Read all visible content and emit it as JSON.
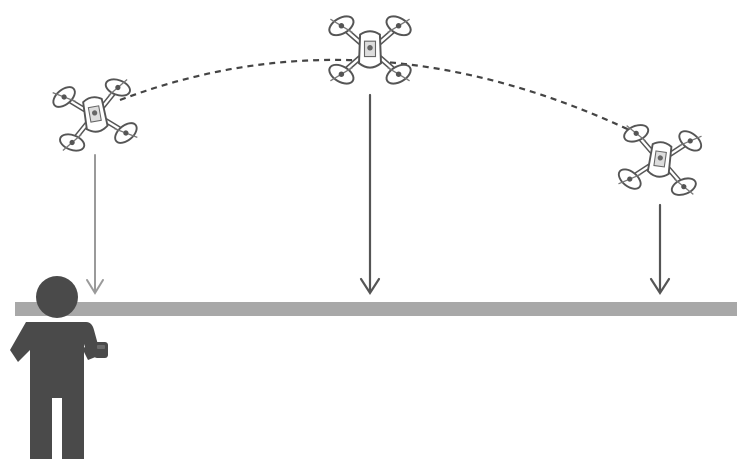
{
  "diagram": {
    "drones": [
      {
        "id": "drone-left",
        "icon": "drone-icon"
      },
      {
        "id": "drone-center",
        "icon": "drone-icon"
      },
      {
        "id": "drone-right",
        "icon": "drone-icon"
      }
    ],
    "flight_path": {
      "style": "dashed",
      "shape": "arc"
    },
    "altitude_arrows": 3,
    "pilot": {
      "icon": "person-with-controller-icon"
    },
    "ground": {
      "style": "solid-bar"
    }
  },
  "colors": {
    "ground": "#a8a8a8",
    "person": "#4a4a4a",
    "drone_stroke": "#555555",
    "drone_fill": "#ffffff",
    "arrow": "#555555",
    "arrow_light": "#9a9a9a",
    "path": "#444444"
  }
}
